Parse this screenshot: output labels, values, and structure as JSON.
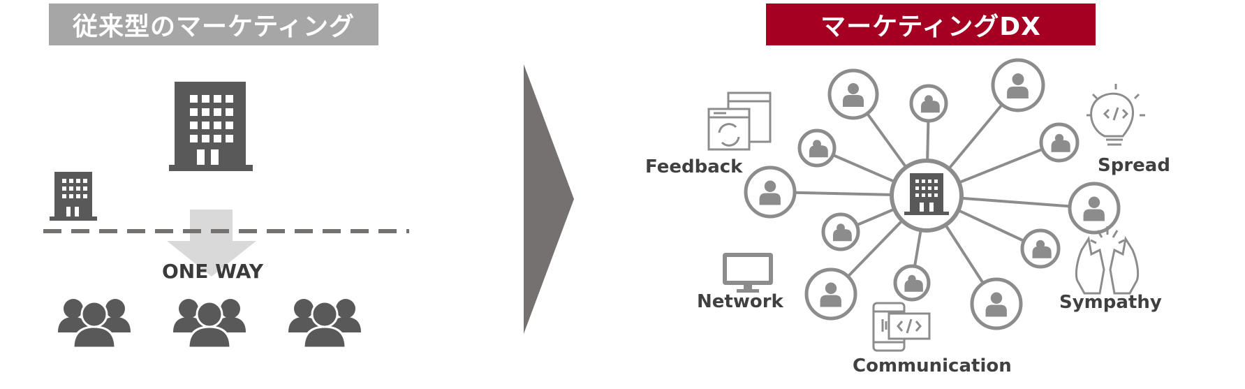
{
  "left_panel": {
    "title": "従来型のマーケティング",
    "flow_label": "ONE WAY"
  },
  "right_panel": {
    "title": "マーケティングDX",
    "labels": {
      "feedback": "Feedback",
      "spread": "Spread",
      "network": "Network",
      "sympathy": "Sympathy",
      "communication": "Communication"
    }
  },
  "colors": {
    "left_banner": "#a6a6a6",
    "right_banner": "#a50021",
    "dark_icon": "#595959",
    "network": "#8c8c8c",
    "arrow": "#767171",
    "light_arrow": "#d9d9d9"
  },
  "icons": {
    "left": [
      "building-large-icon",
      "building-small-icon",
      "group-icon",
      "group-icon",
      "group-icon"
    ],
    "right": [
      "feedback-window-icon",
      "idea-bulb-icon",
      "monitor-icon",
      "clapping-hands-icon",
      "mobile-code-icon"
    ]
  }
}
